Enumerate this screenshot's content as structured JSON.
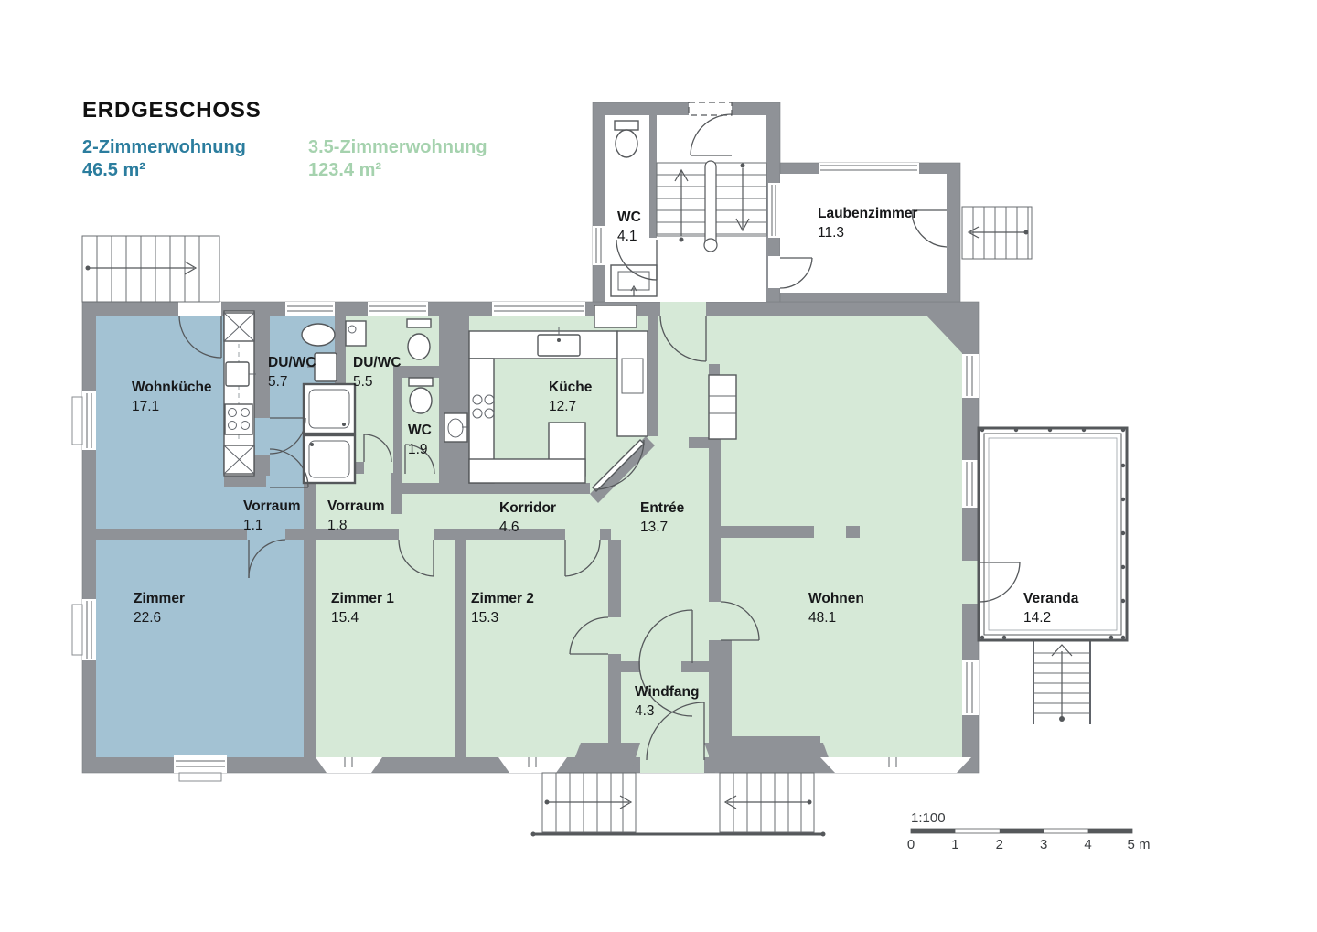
{
  "page": {
    "title": "ERDGESCHOSS"
  },
  "legend": {
    "apartment_2": {
      "name": "2-Zimmerwohnung",
      "area": "46.5 m²",
      "text_color": "#2b7d9e",
      "room_fill": "#a3c2d3"
    },
    "apartment_3_5": {
      "name": "3.5-Zimmerwohnung",
      "area": "123.4 m²",
      "text_color": "#a5d2ae",
      "room_fill": "#d6e9d7"
    }
  },
  "rooms": [
    {
      "name": "WC",
      "area": "4.1",
      "apartment": "common"
    },
    {
      "name": "Laubenzimmer",
      "area": "11.3",
      "apartment": "common"
    },
    {
      "name": "Wohnküche",
      "area": "17.1",
      "apartment": "2-Zimmerwohnung"
    },
    {
      "name": "DU/WC",
      "area": "5.7",
      "apartment": "2-Zimmerwohnung"
    },
    {
      "name": "DU/WC",
      "area": "5.5",
      "apartment": "3.5-Zimmerwohnung"
    },
    {
      "name": "WC",
      "area": "1.9",
      "apartment": "3.5-Zimmerwohnung"
    },
    {
      "name": "Vorraum",
      "area": "1.1",
      "apartment": "2-Zimmerwohnung"
    },
    {
      "name": "Vorraum",
      "area": "1.8",
      "apartment": "3.5-Zimmerwohnung"
    },
    {
      "name": "Korridor",
      "area": "4.6",
      "apartment": "3.5-Zimmerwohnung"
    },
    {
      "name": "Küche",
      "area": "12.7",
      "apartment": "3.5-Zimmerwohnung"
    },
    {
      "name": "Entrée",
      "area": "13.7",
      "apartment": "3.5-Zimmerwohnung"
    },
    {
      "name": "Zimmer",
      "area": "22.6",
      "apartment": "2-Zimmerwohnung"
    },
    {
      "name": "Zimmer 1",
      "area": "15.4",
      "apartment": "3.5-Zimmerwohnung"
    },
    {
      "name": "Zimmer 2",
      "area": "15.3",
      "apartment": "3.5-Zimmerwohnung"
    },
    {
      "name": "Wohnen",
      "area": "48.1",
      "apartment": "3.5-Zimmerwohnung"
    },
    {
      "name": "Windfang",
      "area": "4.3",
      "apartment": "3.5-Zimmerwohnung"
    },
    {
      "name": "Veranda",
      "area": "14.2",
      "apartment": "3.5-Zimmerwohnung"
    }
  ],
  "scale_bar": {
    "ratio": "1:100",
    "ticks": [
      "0",
      "1",
      "2",
      "3",
      "4",
      "5 m"
    ]
  },
  "colors": {
    "wall": "#8f9297",
    "line": "#55585b",
    "label_text": "#17181a"
  }
}
